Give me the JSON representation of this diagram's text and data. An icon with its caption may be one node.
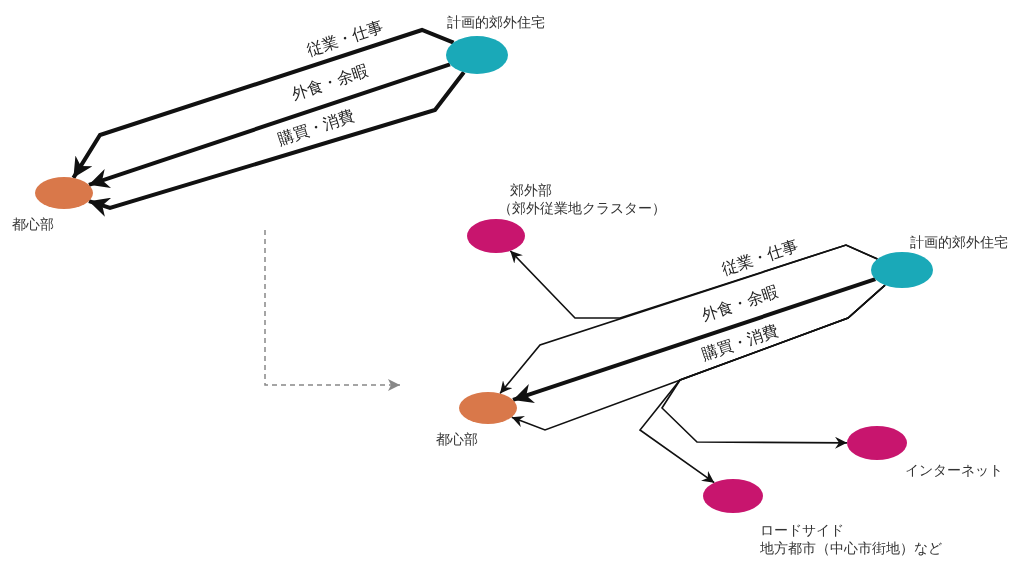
{
  "diagram": {
    "nodes": [
      {
        "text": [],
        "shape": "circle",
        "beside": [
          "計画的郊外住宅"
        ]
      },
      {
        "text": [],
        "shape": "circle",
        "beside": [
          "都心部"
        ]
      },
      {
        "text": [],
        "shape": "circle",
        "beside": [
          "郊外部",
          "（郊外従業地クラスター）"
        ]
      },
      {
        "text": [],
        "shape": "circle",
        "beside": [
          "計画的郊外住宅"
        ]
      },
      {
        "text": [],
        "shape": "circle",
        "beside": [
          "都心部"
        ]
      },
      {
        "text": [],
        "shape": "circle",
        "beside": [
          "インターネット"
        ]
      },
      {
        "text": [],
        "shape": "circle",
        "beside": [
          "ロードサイド",
          "地方都市（中心市街地）など"
        ]
      }
    ],
    "edges": [
      {
        "from": 0,
        "to": 1,
        "arrow": "to",
        "label": "従業・仕事",
        "style": "thick"
      },
      {
        "from": 0,
        "to": 1,
        "arrow": "to",
        "label": "外食・余暇",
        "style": "thick"
      },
      {
        "from": 0,
        "to": 1,
        "arrow": "to",
        "label": "購買・消費",
        "style": "thick"
      },
      {
        "from": 3,
        "to": 4,
        "arrow": "to",
        "label": "従業・仕事"
      },
      {
        "from": 3,
        "to": 4,
        "arrow": "to",
        "label": "外食・余暇",
        "style": "thick"
      },
      {
        "from": 3,
        "to": 4,
        "arrow": "to",
        "label": "購買・消費"
      },
      {
        "from": 3,
        "to": 2,
        "arrow": "to"
      },
      {
        "from": 3,
        "to": 5,
        "arrow": "to"
      },
      {
        "from": 3,
        "to": 6,
        "arrow": "to"
      }
    ]
  }
}
